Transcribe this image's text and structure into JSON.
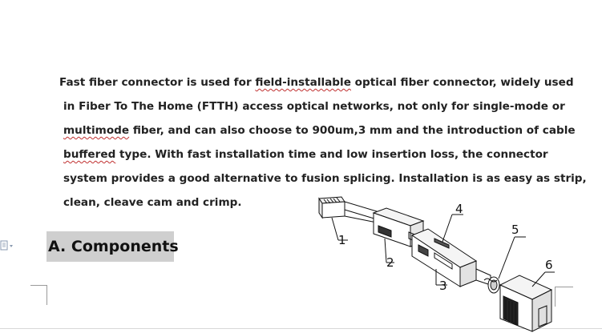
{
  "paragraph": {
    "l1a": "Fast fiber connector is used for ",
    "l1b": "field-installable",
    "l1c": " optical fiber connector, widely used",
    "l2": "in Fiber To The Home (FTTH) access optical networks, not only for single-mode or",
    "l3a": "multimode",
    "l3b": " fiber, and can also choose to 900um,3 mm and the introduction of cable",
    "l4a": "buffered",
    "l4b": " type. With fast installation time and low insertion loss, the connector",
    "l5": "system provides a good alternative to fusion splicing. Installation is as easy as strip,",
    "l6": "clean, cleave cam and crimp."
  },
  "section": {
    "heading": "A. Components"
  },
  "diagram": {
    "callouts": [
      "1",
      "2",
      "3",
      "4",
      "5",
      "6"
    ],
    "icons": [
      "document-icon",
      "dropdown-arrow-icon"
    ]
  }
}
